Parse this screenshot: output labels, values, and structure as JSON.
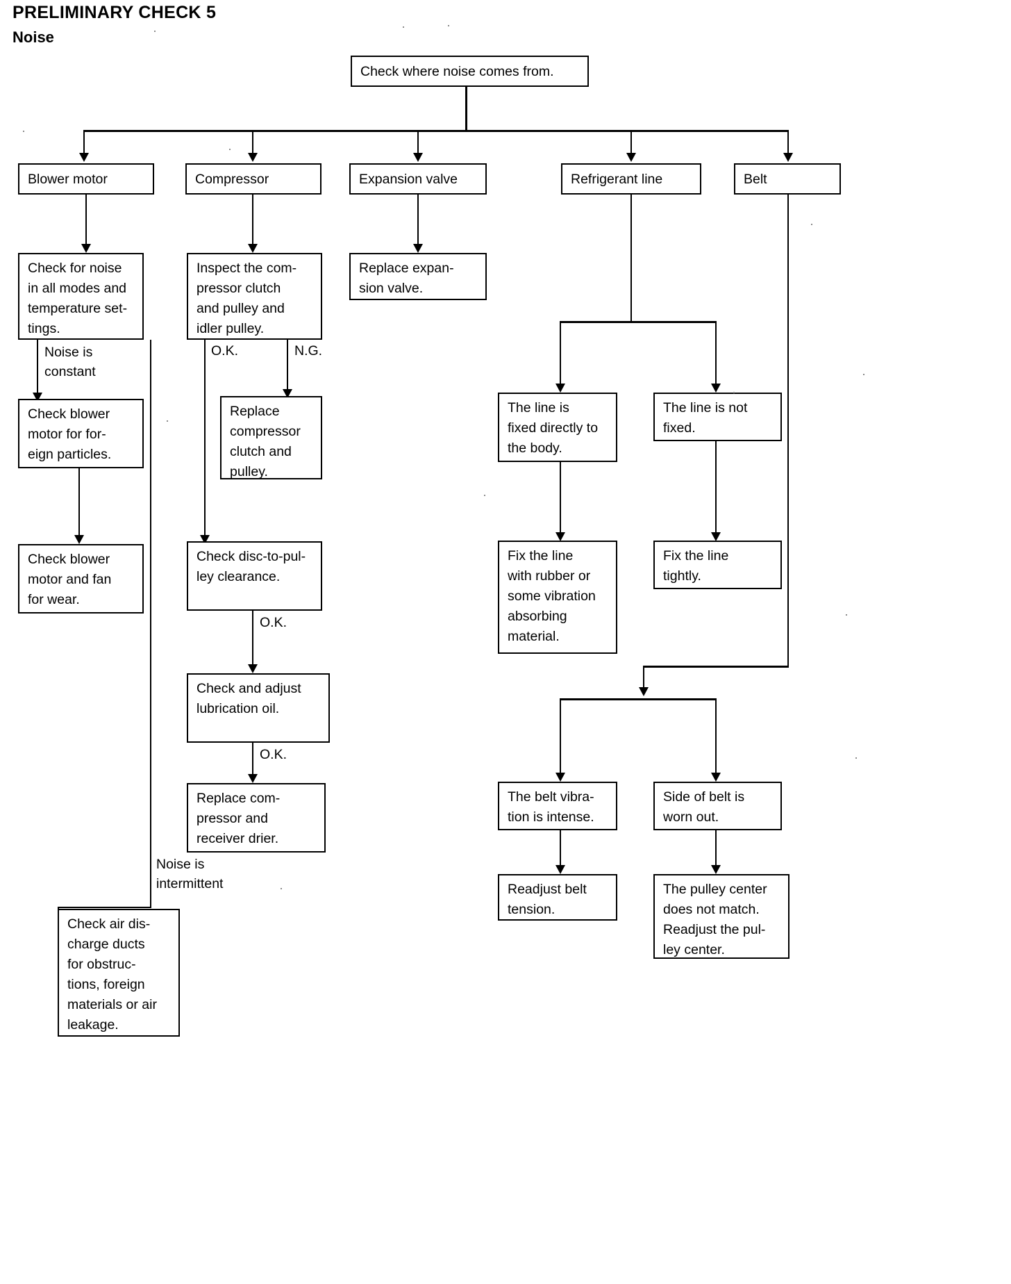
{
  "header": {
    "title": "PRELIMINARY CHECK 5",
    "subtitle": "Noise"
  },
  "chart_data": {
    "type": "diagram",
    "diagram_kind": "flowchart",
    "title": "PRELIMINARY CHECK 5 - Noise",
    "nodes": [
      {
        "id": "root",
        "label": "Check where noise comes from."
      },
      {
        "id": "blower_motor",
        "label": "Blower motor"
      },
      {
        "id": "compressor",
        "label": "Compressor"
      },
      {
        "id": "expansion_valve",
        "label": "Expansion valve"
      },
      {
        "id": "refrigerant_line",
        "label": "Refrigerant line"
      },
      {
        "id": "belt",
        "label": "Belt"
      },
      {
        "id": "check_noise_modes",
        "label": "Check for noise\nin all modes and\ntemperature set-\ntings."
      },
      {
        "id": "inspect_clutch",
        "label": "Inspect the com-\npressor clutch\nand pulley and\nidler pulley."
      },
      {
        "id": "replace_expansion",
        "label": "Replace expan-\nsion valve."
      },
      {
        "id": "check_blower_particles",
        "label": "Check blower\nmotor for for-\neign particles."
      },
      {
        "id": "replace_clutch_pulley",
        "label": "Replace\ncompressor\nclutch and\npulley."
      },
      {
        "id": "check_blower_fan",
        "label": "Check blower\nmotor and fan\nfor wear."
      },
      {
        "id": "check_disc_clearance",
        "label": "Check disc-to-pul-\nley clearance."
      },
      {
        "id": "check_lubrication",
        "label": "Check and adjust\nlubrication oil."
      },
      {
        "id": "replace_compressor_drier",
        "label": "Replace com-\npressor and\nreceiver drier."
      },
      {
        "id": "check_air_ducts",
        "label": "Check air dis-\ncharge ducts\nfor obstruc-\ntions, foreign\nmaterials or air\nleakage."
      },
      {
        "id": "line_fixed_body",
        "label": "The line is\nfixed directly to\nthe body."
      },
      {
        "id": "line_not_fixed",
        "label": "The line is not\nfixed."
      },
      {
        "id": "fix_line_rubber",
        "label": "Fix the line\nwith rubber or\nsome vibration\nabsorbing\nmaterial."
      },
      {
        "id": "fix_line_tightly",
        "label": "Fix the line\ntightly."
      },
      {
        "id": "belt_vibration",
        "label": "The belt vibra-\ntion is intense."
      },
      {
        "id": "belt_worn",
        "label": "Side of belt is\nworn out."
      },
      {
        "id": "readjust_tension",
        "label": "Readjust belt\ntension."
      },
      {
        "id": "pulley_center",
        "label": "The pulley center\ndoes not match.\nReadjust the pul-\nley center."
      }
    ],
    "edge_labels": [
      {
        "id": "noise_constant",
        "label": "Noise is\nconstant"
      },
      {
        "id": "noise_intermittent",
        "label": "Noise is\nintermittent"
      },
      {
        "id": "ok_clutch",
        "label": "O.K."
      },
      {
        "id": "ng_clutch",
        "label": "N.G."
      },
      {
        "id": "ok_clearance",
        "label": "O.K."
      },
      {
        "id": "ok_lubrication",
        "label": "O.K."
      }
    ],
    "edges": [
      {
        "from": "root",
        "to": "blower_motor"
      },
      {
        "from": "root",
        "to": "compressor"
      },
      {
        "from": "root",
        "to": "expansion_valve"
      },
      {
        "from": "root",
        "to": "refrigerant_line"
      },
      {
        "from": "root",
        "to": "belt"
      },
      {
        "from": "blower_motor",
        "to": "check_noise_modes"
      },
      {
        "from": "check_noise_modes",
        "to": "check_blower_particles",
        "label": "Noise is constant"
      },
      {
        "from": "check_blower_particles",
        "to": "check_blower_fan"
      },
      {
        "from": "check_noise_modes",
        "to": "check_air_ducts",
        "label": "Noise is intermittent"
      },
      {
        "from": "compressor",
        "to": "inspect_clutch"
      },
      {
        "from": "inspect_clutch",
        "to": "check_disc_clearance",
        "label": "O.K."
      },
      {
        "from": "inspect_clutch",
        "to": "replace_clutch_pulley",
        "label": "N.G."
      },
      {
        "from": "check_disc_clearance",
        "to": "check_lubrication",
        "label": "O.K."
      },
      {
        "from": "check_lubrication",
        "to": "replace_compressor_drier",
        "label": "O.K."
      },
      {
        "from": "expansion_valve",
        "to": "replace_expansion"
      },
      {
        "from": "refrigerant_line",
        "to": "line_fixed_body"
      },
      {
        "from": "refrigerant_line",
        "to": "line_not_fixed"
      },
      {
        "from": "line_fixed_body",
        "to": "fix_line_rubber"
      },
      {
        "from": "line_not_fixed",
        "to": "fix_line_tightly"
      },
      {
        "from": "belt",
        "to": "belt_vibration"
      },
      {
        "from": "belt",
        "to": "belt_worn"
      },
      {
        "from": "belt_vibration",
        "to": "readjust_tension"
      },
      {
        "from": "belt_worn",
        "to": "pulley_center"
      }
    ]
  }
}
